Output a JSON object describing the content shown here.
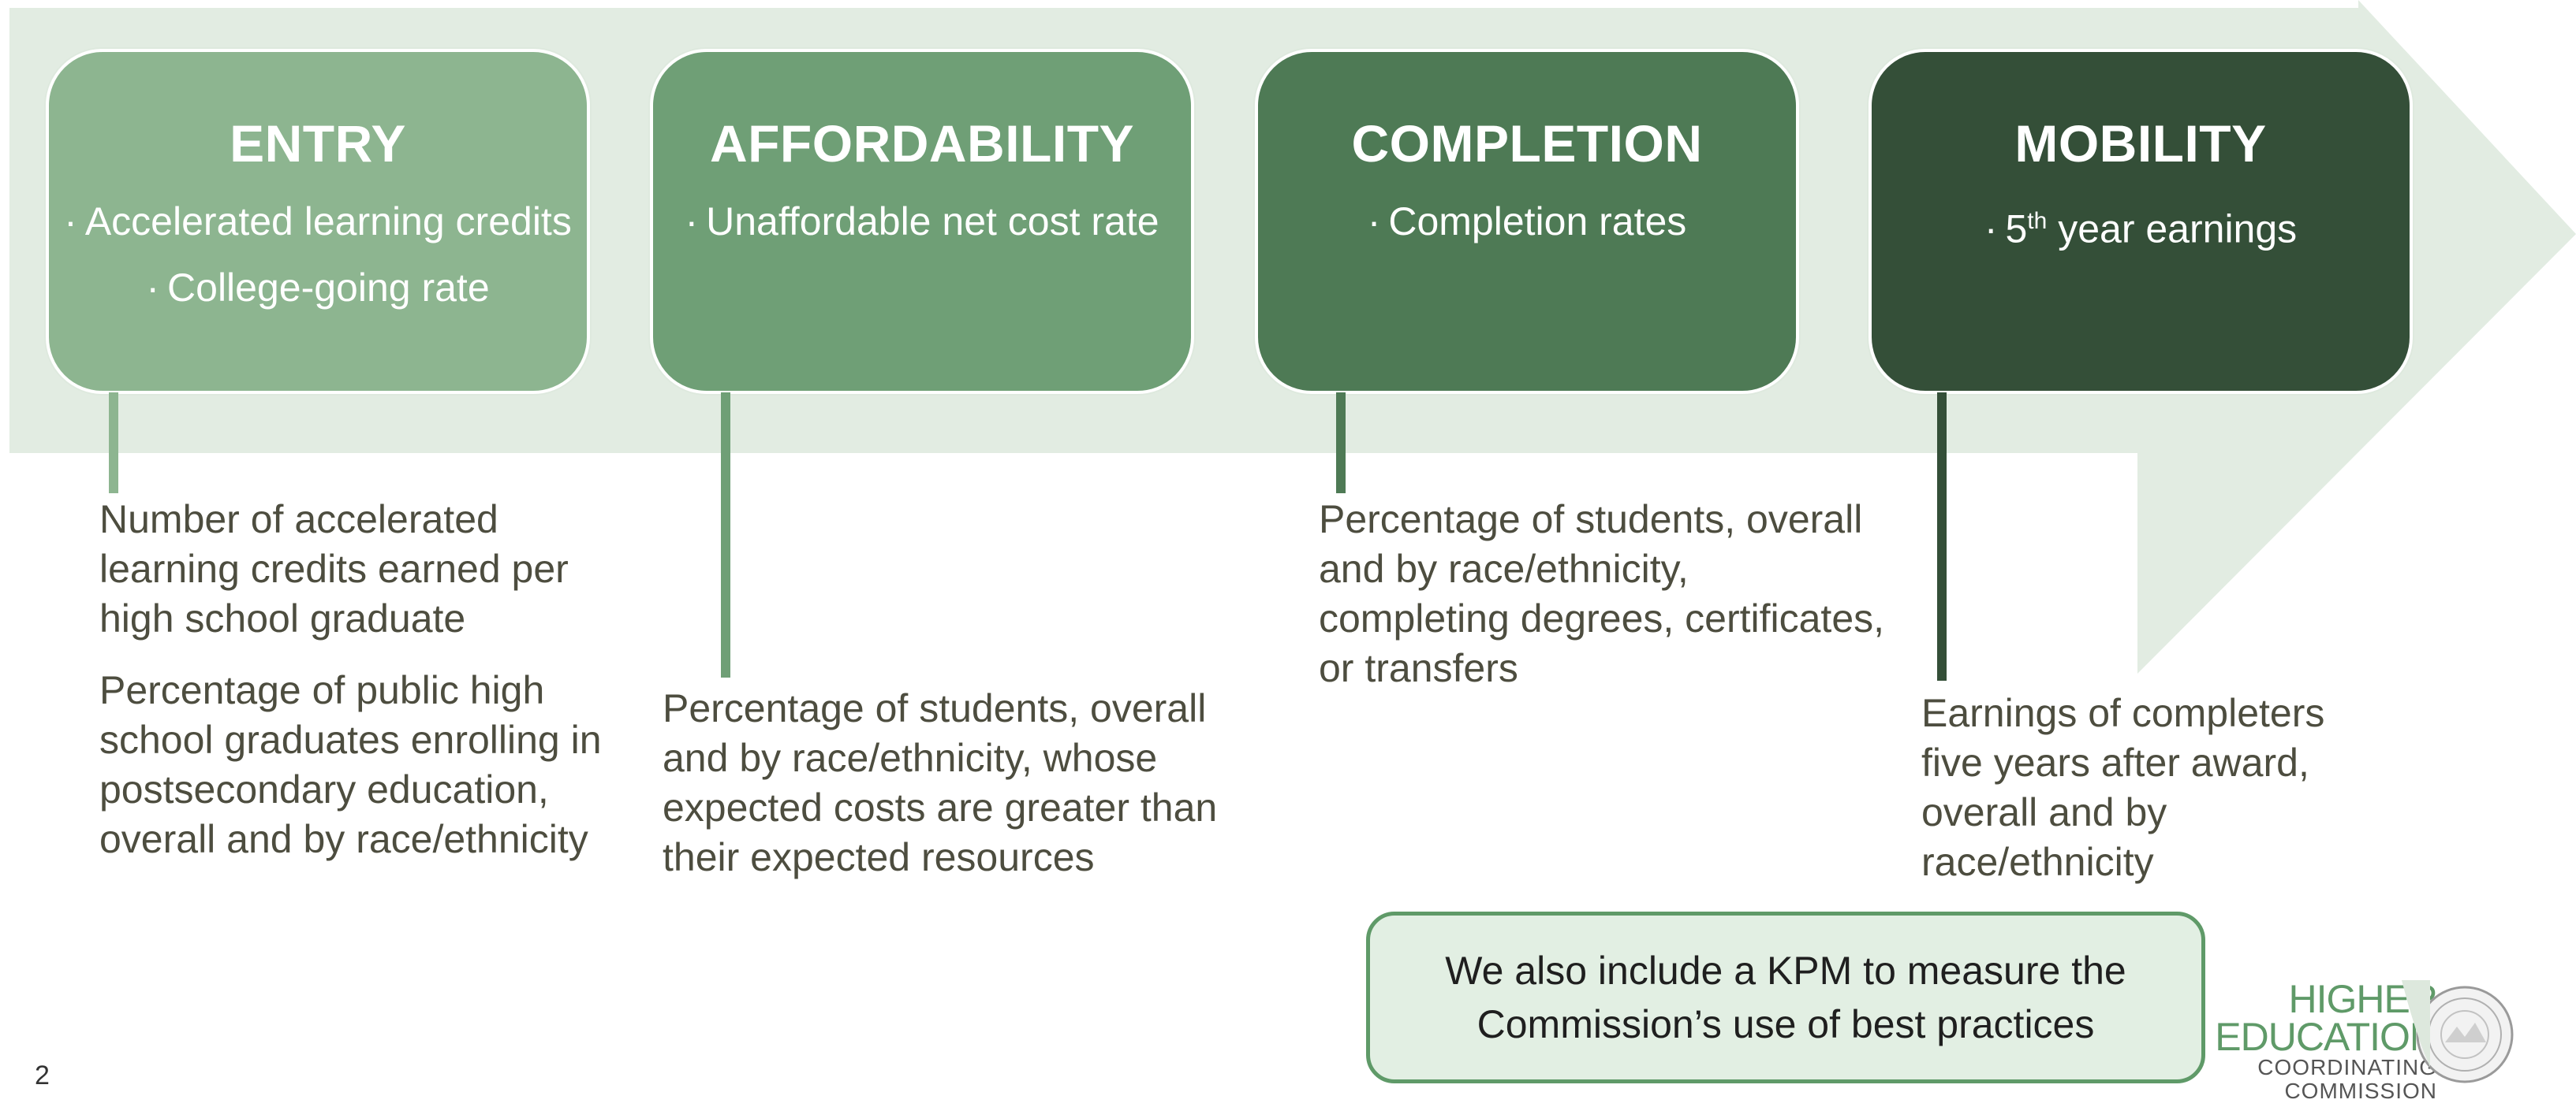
{
  "colors": {
    "arrow": "#e2ece2",
    "entry": "#8db590",
    "affordability": "#6f9f76",
    "completion": "#4e7a55",
    "mobility": "#344f38",
    "body_text": "#4d4d3f",
    "callout_bg": "#e2efe3",
    "callout_border": "#5f9a68"
  },
  "stages": [
    {
      "title": "ENTRY",
      "items": [
        {
          "bullet": "·",
          "text": "Accelerated learning credits"
        },
        {
          "bullet": "·",
          "text": "College-going rate"
        }
      ],
      "descriptions": [
        "Number of accelerated learning credits earned per high school graduate",
        "Percentage of public high school graduates enrolling in postsecondary education, overall and by race/ethnicity"
      ]
    },
    {
      "title": "AFFORDABILITY",
      "items": [
        {
          "bullet": "·",
          "text": "Unaffordable net cost rate"
        }
      ],
      "descriptions": [
        "Percentage of students, overall and by race/ethnicity, whose expected costs are greater than their expected resources"
      ]
    },
    {
      "title": "COMPLETION",
      "items": [
        {
          "bullet": "·",
          "text": "Completion rates"
        }
      ],
      "descriptions": [
        "Percentage of students, overall and by race/ethnicity, completing degrees, certificates, or transfers"
      ]
    },
    {
      "title": "MOBILITY",
      "items": [
        {
          "bullet": "·",
          "ordinal": "5",
          "suffix": "th",
          "text": "year earnings"
        }
      ],
      "descriptions": [
        "Earnings of completers five years after award, overall and by race/ethnicity"
      ]
    }
  ],
  "callout": {
    "line1": "We also include a KPM to measure the",
    "line2": "Commission’s use of best practices"
  },
  "page_number": "2",
  "logo": {
    "line1": "HIGHER",
    "line2": "EDUCATION",
    "line3": "COORDINATING",
    "line4": "COMMISSION",
    "seal_icon": "state-seal-icon"
  }
}
